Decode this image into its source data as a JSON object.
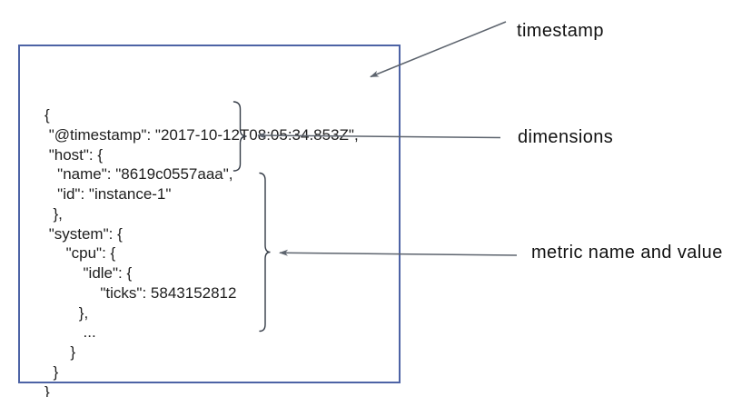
{
  "document": {
    "json_text": "{\n \"@timestamp\": \"2017-10-12T08:05:34.853Z\",\n \"host\": {\n   \"name\": \"8619c0557aaa\",\n   \"id\": \"instance-1\"\n  },\n \"system\": {\n     \"cpu\": {\n         \"idle\": {\n             \"ticks\": 5843152812\n        },\n         ...\n      }\n  }\n}"
  },
  "annotations": {
    "timestamp_label": "timestamp",
    "dimensions_label": "dimensions",
    "metric_label": "metric name and value"
  },
  "colors": {
    "box_border": "#4d63a5",
    "code_text": "#1e1e1e",
    "label_text": "#111111",
    "arrow": "#5d646e",
    "brace": "#343b46"
  }
}
